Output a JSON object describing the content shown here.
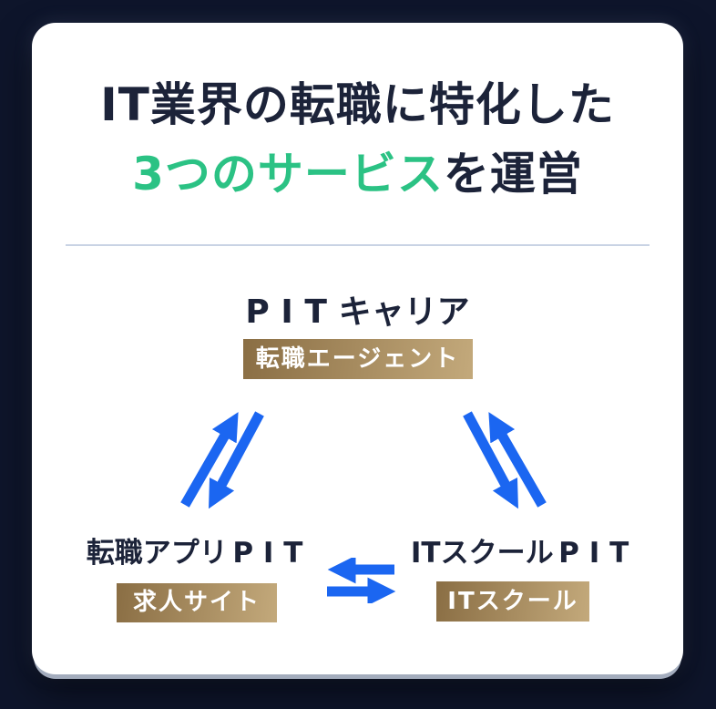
{
  "headline": {
    "line1": "IT業界の転職に特化した",
    "line2_highlight": "3つのサービス",
    "line2_rest": "を運営"
  },
  "nodes": {
    "top": {
      "pit": "PIT",
      "suffix": "キャリア",
      "badge": "転職エージェント"
    },
    "left": {
      "prefix": "転職アプリ",
      "pit": "PIT",
      "badge": "求人サイト"
    },
    "right": {
      "prefix": "ITスクール",
      "pit": "PIT",
      "badge": "ITスクール"
    }
  },
  "icons": {
    "left_arrows": "double-arrow-diagonal-icon",
    "right_arrows": "double-arrow-diagonal-icon",
    "mid_arrows": "double-arrow-horizontal-icon"
  },
  "colors": {
    "page_background": "#0e152b",
    "card_background": "#ffffff",
    "headline_text": "#1c2339",
    "headline_highlight": "#2bc284",
    "arrow": "#1b66f1",
    "gold_start": "#8a6e44",
    "gold_end": "#c3a97b",
    "divider": "#c9d3e4"
  }
}
